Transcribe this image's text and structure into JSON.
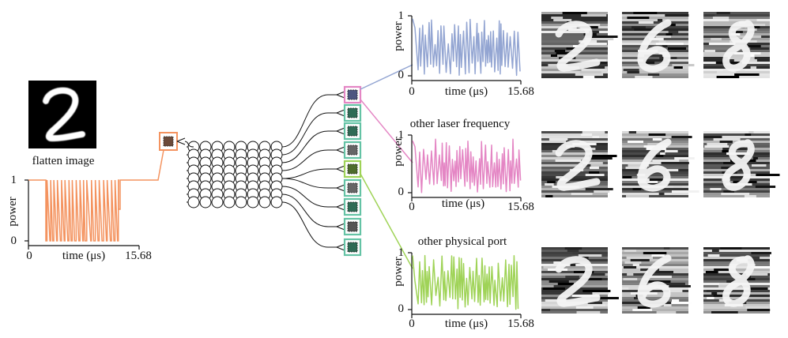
{
  "colors": {
    "input": "#f4935f",
    "out_blue": "#93a5d2",
    "out_pink": "#e486c4",
    "out_green": "#9fd357",
    "teal": "#64c3a5"
  },
  "input_panel": {
    "digit_caption": "flatten image",
    "ylabel": "power",
    "xlabel": "time (μs)",
    "y_top": "1",
    "y_bottom": "0",
    "x_start": "0",
    "x_end": "15.68"
  },
  "panels": [
    {
      "caption": "",
      "ylabel": "power",
      "xlabel": "time (μs)",
      "y_top": "1",
      "y_bottom": "0",
      "x_start": "0",
      "x_end": "15.68"
    },
    {
      "caption": "other laser frequency",
      "ylabel": "power",
      "xlabel": "time (μs)",
      "y_top": "1",
      "y_bottom": "0",
      "x_start": "0",
      "x_end": "15.68"
    },
    {
      "caption": "other physical port",
      "ylabel": "power",
      "xlabel": "time (μs)",
      "y_top": "1",
      "y_bottom": "0",
      "x_start": "0",
      "x_end": "15.68"
    }
  ],
  "digit_rows": [
    [
      "2",
      "6",
      "8"
    ],
    [
      "2",
      "6",
      "8"
    ],
    [
      "2",
      "6",
      "8"
    ]
  ]
}
